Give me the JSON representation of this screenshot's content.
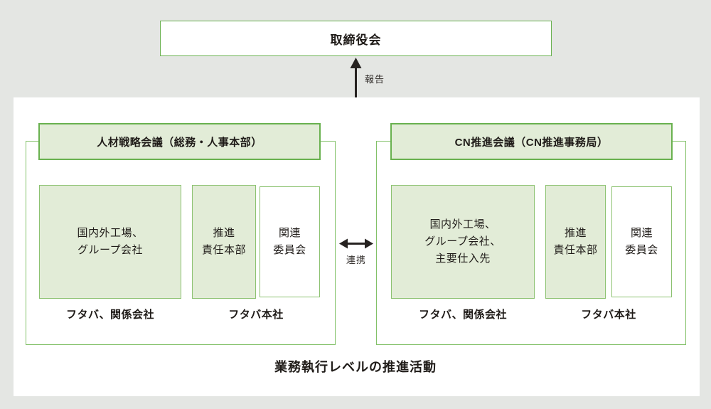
{
  "board": {
    "label": "取締役会"
  },
  "report_arrow": {
    "label": "報告"
  },
  "link_arrow": {
    "label": "連携"
  },
  "caption": "業務執行レベルの推進活動",
  "panels": [
    {
      "header": "人材戦略会議（総務・人事本部）",
      "boxes": [
        {
          "lines": [
            "国内外工場、",
            "グループ会社"
          ],
          "style": "green"
        },
        {
          "lines": [
            "推進",
            "責任本部"
          ],
          "style": "green"
        },
        {
          "lines": [
            "関連",
            "委員会"
          ],
          "style": "white"
        }
      ],
      "footers": [
        "フタバ、関係会社",
        "フタバ本社"
      ]
    },
    {
      "header": "CN推進会議（CN推進事務局）",
      "boxes": [
        {
          "lines": [
            "国内外工場、",
            "グループ会社、",
            "主要仕入先"
          ],
          "style": "green"
        },
        {
          "lines": [
            "推進",
            "責任本部"
          ],
          "style": "green"
        },
        {
          "lines": [
            "関連",
            "委員会"
          ],
          "style": "white"
        }
      ],
      "footers": [
        "フタバ、関係会社",
        "フタバ本社"
      ]
    }
  ],
  "colors": {
    "background": "#e4e6e3",
    "container": "#ffffff",
    "green_border_dark": "#69b14f",
    "green_border_light": "#8cc271",
    "green_fill": "#e2ecd7",
    "arrow": "#262220",
    "text": "#1f1b18"
  }
}
